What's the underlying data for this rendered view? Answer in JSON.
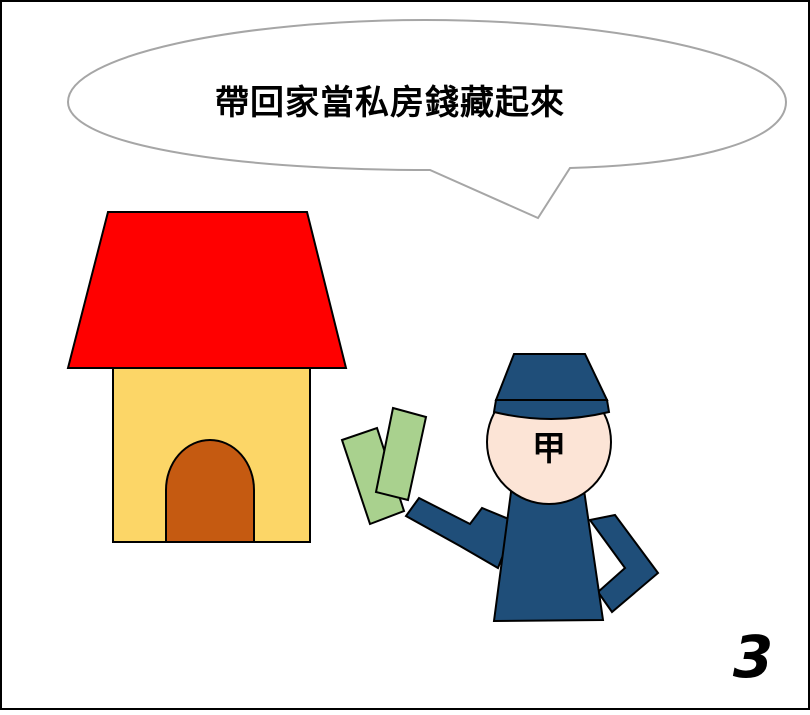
{
  "speech": {
    "text": "帶回家當私房錢藏起來"
  },
  "character": {
    "label": "甲"
  },
  "panel": {
    "number": "3"
  },
  "colors": {
    "roof": "#ff0000",
    "wall": "#fcd667",
    "door": "#c55a11",
    "uniform": "#1f4e79",
    "skin": "#fce4d6",
    "money": "#a9d18e",
    "bubble_stroke": "#a6a6a6"
  }
}
